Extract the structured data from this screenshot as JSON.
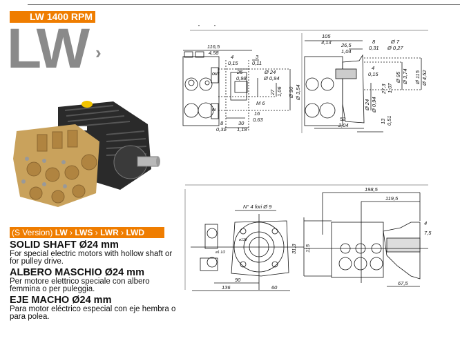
{
  "header": {
    "badge": "LW 1400 RPM",
    "series": "LW",
    "chevron": "›"
  },
  "versions": {
    "prefix": "(S Version)",
    "items": [
      "LW",
      "LWS",
      "LWR",
      "LWD"
    ],
    "separator": "›"
  },
  "descriptions": [
    {
      "title": "SOLID SHAFT Ø24 mm",
      "text": "For special electric motors with hollow shaft or for pulley drive."
    },
    {
      "title": "ALBERO MASCHIO Ø24 mm",
      "text": "Per motore elettrico speciale con albero femmina o per puleggia."
    },
    {
      "title": "EJE MACHO Ø24 mm",
      "text": "Para motor eléctrico especial con eje hembra o para polea."
    }
  ],
  "drawing_top_left": {
    "labels": [
      "116,5",
      "4,58",
      "4",
      "0,15",
      "3",
      "0,11",
      "25",
      "0,98",
      "Ø 24",
      "Ø 0,94",
      "27",
      "1,06",
      "Ø 90",
      "Ø 3,54",
      "M 6",
      "16",
      "0,63",
      "8",
      "0,31",
      "30",
      "1,18"
    ],
    "ports": [
      "OUT",
      "IN"
    ]
  },
  "drawing_top_right": {
    "labels": [
      "105",
      "4,13",
      "26,5",
      "1,04",
      "8",
      "0,31",
      "Ø 7",
      "Ø 0,27",
      "4",
      "0,15",
      "Ø 95",
      "Ø 3,74",
      "Ø 115",
      "Ø 4,52",
      "27,3",
      "1,07",
      "Ø 24",
      "Ø 0,94",
      "52",
      "2,04",
      "13",
      "0,51"
    ]
  },
  "drawing_bottom_left": {
    "labels": [
      "N° 4 fori Ø 9",
      "31,3",
      "115",
      "ø130",
      "ø1 1/2",
      "90",
      "136",
      "60"
    ]
  },
  "drawing_bottom_right": {
    "labels": [
      "198,5",
      "119,5",
      "4",
      "7,5",
      "67,5"
    ]
  },
  "colors": {
    "accent": "#ef7d00",
    "title_grey": "#8a8a8a"
  }
}
